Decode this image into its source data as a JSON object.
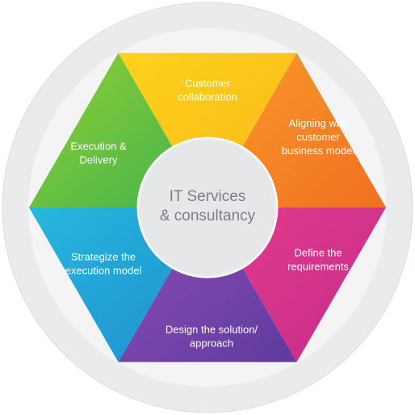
{
  "diagram": {
    "center": {
      "line1": "IT Services",
      "line2": "& consultancy"
    },
    "segments": [
      {
        "id": "customer-collaboration",
        "lines": [
          "Customer",
          "collaboration"
        ],
        "color_light": "#ffd21c",
        "color_dark": "#f7b718"
      },
      {
        "id": "aligning-with-customer-business-model",
        "lines": [
          "Aligning with",
          "customer",
          "business model"
        ],
        "color_light": "#fa9a2a",
        "color_dark": "#f07021"
      },
      {
        "id": "define-the-requirements",
        "lines": [
          "Define the",
          "requirements"
        ],
        "color_light": "#e33b8f",
        "color_dark": "#c52c86"
      },
      {
        "id": "design-the-solution-approach",
        "lines": [
          "Design the solution/",
          "approach"
        ],
        "color_light": "#8d4fb5",
        "color_dark": "#5f3a9e"
      },
      {
        "id": "strategize-the-execution-model",
        "lines": [
          "Strategize the",
          "execution model"
        ],
        "color_light": "#27b7dc",
        "color_dark": "#1e8fd0"
      },
      {
        "id": "execution-delivery",
        "lines": [
          "Execution &",
          "Delivery"
        ],
        "color_light": "#93cf32",
        "color_dark": "#3fb34f"
      }
    ],
    "colors": {
      "outer_ring": "#eaebec",
      "center_fill": "#e6e7e9",
      "center_text": "#7a7f86"
    }
  }
}
